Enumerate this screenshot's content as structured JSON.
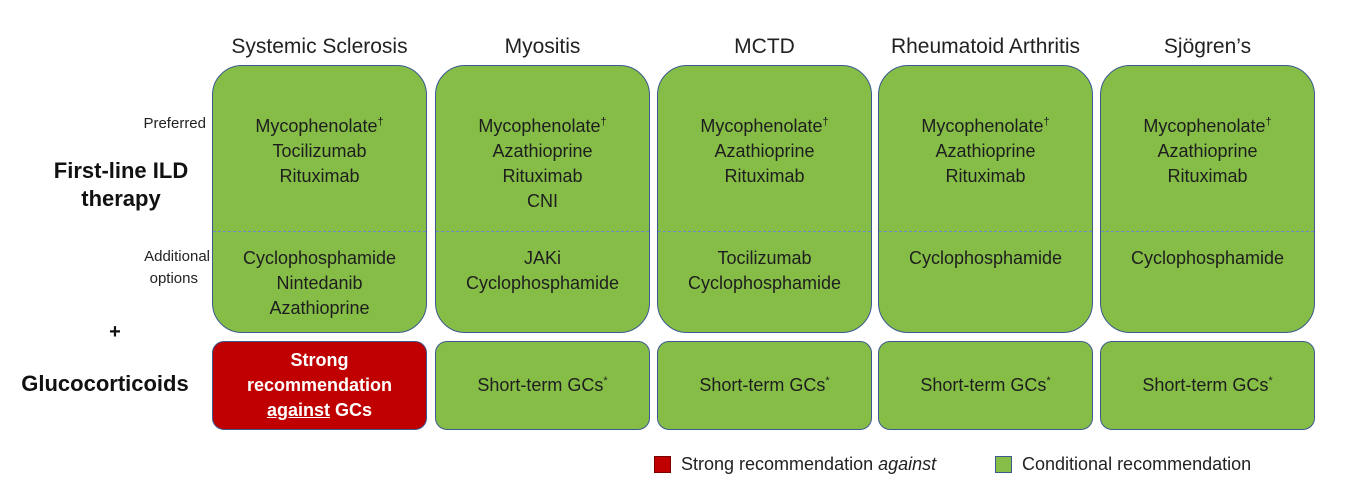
{
  "columns": [
    {
      "header": "Systemic Sclerosis",
      "preferred": [
        {
          "text": "Mycophenolate",
          "sup": "†"
        },
        {
          "text": "Tocilizumab"
        },
        {
          "text": "Rituximab"
        }
      ],
      "additional": [
        "Cyclophosphamide",
        "Nintedanib",
        "Azathioprine"
      ],
      "gc": {
        "type": "strong-against",
        "line1": "Strong",
        "line2": "recommendation",
        "underlined": "against",
        "tail": " GCs"
      }
    },
    {
      "header": "Myositis",
      "preferred": [
        {
          "text": "Mycophenolate",
          "sup": "†"
        },
        {
          "text": "Azathioprine"
        },
        {
          "text": "Rituximab"
        },
        {
          "text": "CNI"
        }
      ],
      "additional": [
        "JAKi",
        "Cyclophosphamide"
      ],
      "gc": {
        "type": "conditional",
        "text": "Short-term GCs",
        "sup": "*"
      }
    },
    {
      "header": "MCTD",
      "preferred": [
        {
          "text": "Mycophenolate",
          "sup": "†"
        },
        {
          "text": "Azathioprine"
        },
        {
          "text": "Rituximab"
        }
      ],
      "additional": [
        "Tocilizumab",
        "Cyclophosphamide"
      ],
      "gc": {
        "type": "conditional",
        "text": "Short-term GCs",
        "sup": "*"
      }
    },
    {
      "header": "Rheumatoid Arthritis",
      "preferred": [
        {
          "text": "Mycophenolate",
          "sup": "†"
        },
        {
          "text": "Azathioprine"
        },
        {
          "text": "Rituximab"
        }
      ],
      "additional": [
        "Cyclophosphamide"
      ],
      "gc": {
        "type": "conditional",
        "text": "Short-term GCs",
        "sup": "*"
      }
    },
    {
      "header": "Sjögren’s",
      "preferred": [
        {
          "text": "Mycophenolate",
          "sup": "†"
        },
        {
          "text": "Azathioprine"
        },
        {
          "text": "Rituximab"
        }
      ],
      "additional": [
        "Cyclophosphamide"
      ],
      "gc": {
        "type": "conditional",
        "text": "Short-term GCs",
        "sup": "*"
      }
    }
  ],
  "row_labels": {
    "preferred": "Preferred",
    "additional_line1": "Additional",
    "additional_line2": "options",
    "first_line_line1": "First-line ILD",
    "first_line_line2": "therapy",
    "plus": "+",
    "glucocorticoids": "Glucocorticoids"
  },
  "legend": {
    "strong_prefix": "Strong recommendation ",
    "strong_italic": "against",
    "conditional": "Conditional recommendation"
  },
  "colors": {
    "conditional": "#85bd47",
    "strong_against": "#c00000",
    "border": "#3b5a8f"
  }
}
